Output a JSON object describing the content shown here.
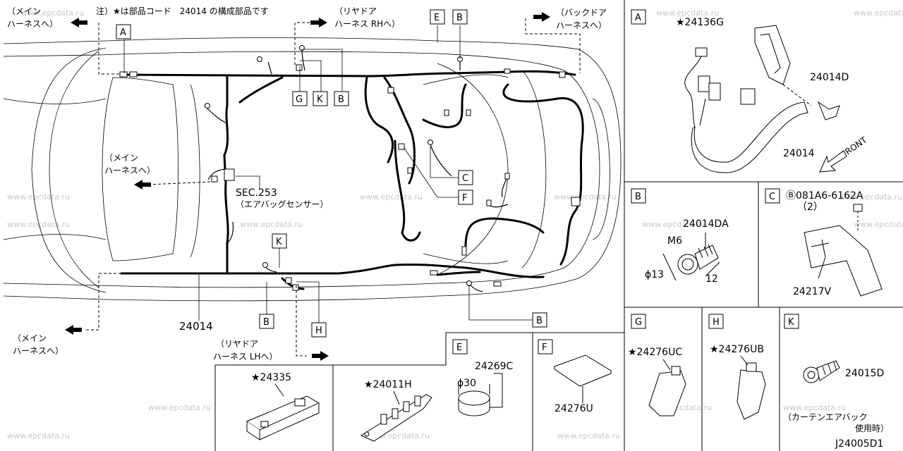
{
  "watermark": "www.epcdata.ru",
  "top_note": "注）★は部品コード　24014 の構成部品です",
  "dir_main_top_1": "（メイン",
  "dir_main_top_2": "ハーネスへ）",
  "dir_rear_rh_1": "（リヤドア",
  "dir_rear_rh_2": "ハーネス RHへ）",
  "dir_backdoor_1": "（バックドア",
  "dir_backdoor_2": "ハーネスへ）",
  "dir_main_mid_1": "（メイン",
  "dir_main_mid_2": "ハーネスへ）",
  "sec_label_1": "SEC.253",
  "sec_label_2": "（エアバッグセンサー）",
  "dir_main_bot_1": "（メイン",
  "dir_main_bot_2": "ハーネスへ）",
  "dir_rear_lh_1": "（リヤドア",
  "dir_rear_lh_2": "ハーネス LHへ）",
  "main_part": "24014",
  "callouts": {
    "A": "A",
    "B": "B",
    "C": "C",
    "E": "E",
    "F": "F",
    "G": "G",
    "H": "H",
    "K": "K"
  },
  "panel_a": {
    "letter": "A",
    "star_part": "★24136G",
    "part_d": "24014D",
    "part_main": "24014",
    "front": "FRONT"
  },
  "panel_b": {
    "letter": "B",
    "part": "24014DA",
    "thread": "M6",
    "dia": "ϕ13",
    "len": "12"
  },
  "panel_c": {
    "letter": "C",
    "bolt": "Ⓑ081A6-6162A",
    "qty": "（2）",
    "bracket": "24217V"
  },
  "panel_e": {
    "letter": "E",
    "part": "24269C",
    "dia": "ϕ30"
  },
  "panel_f": {
    "letter": "F",
    "part": "24276U"
  },
  "panel_g": {
    "letter": "G",
    "part": "★24276UC"
  },
  "panel_h": {
    "letter": "H",
    "part": "★24276UB"
  },
  "panel_k": {
    "letter": "K",
    "part": "24015D",
    "note_1": "（カーテンエアバック",
    "note_2": "使用時）"
  },
  "part_24335": "★24335",
  "part_24011h": "★24011H",
  "diagram_code": "J24005D1"
}
